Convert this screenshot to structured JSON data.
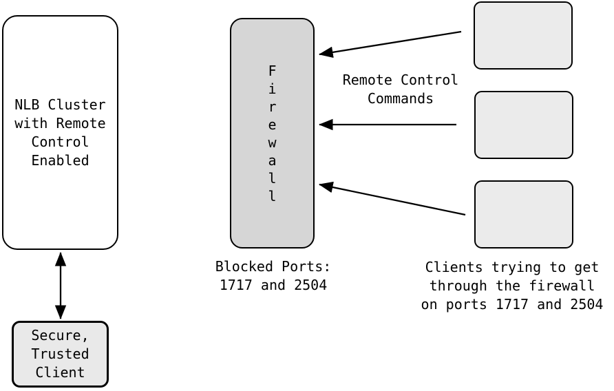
{
  "nlb_cluster": {
    "label": "NLB Cluster\nwith Remote\nControl\nEnabled"
  },
  "secure_client": {
    "label": "Secure,\nTrusted\nClient"
  },
  "firewall": {
    "label": "F\ni\nr\ne\nw\na\nl\nl",
    "caption": "Blocked Ports:\n1717 and 2504"
  },
  "remote_commands": {
    "label": "Remote Control\nCommands"
  },
  "clients": {
    "count": 3,
    "caption": "Clients trying to get\nthrough the firewall\non ports 1717 and 2504"
  },
  "colors": {
    "background": "#ffffff",
    "line": "#000000",
    "text": "#000000",
    "nlb_fill": "#ffffff",
    "firewall_fill": "#d6d6d6",
    "client_fill": "#ebebeb",
    "secure_fill": "#e9e9e9"
  }
}
